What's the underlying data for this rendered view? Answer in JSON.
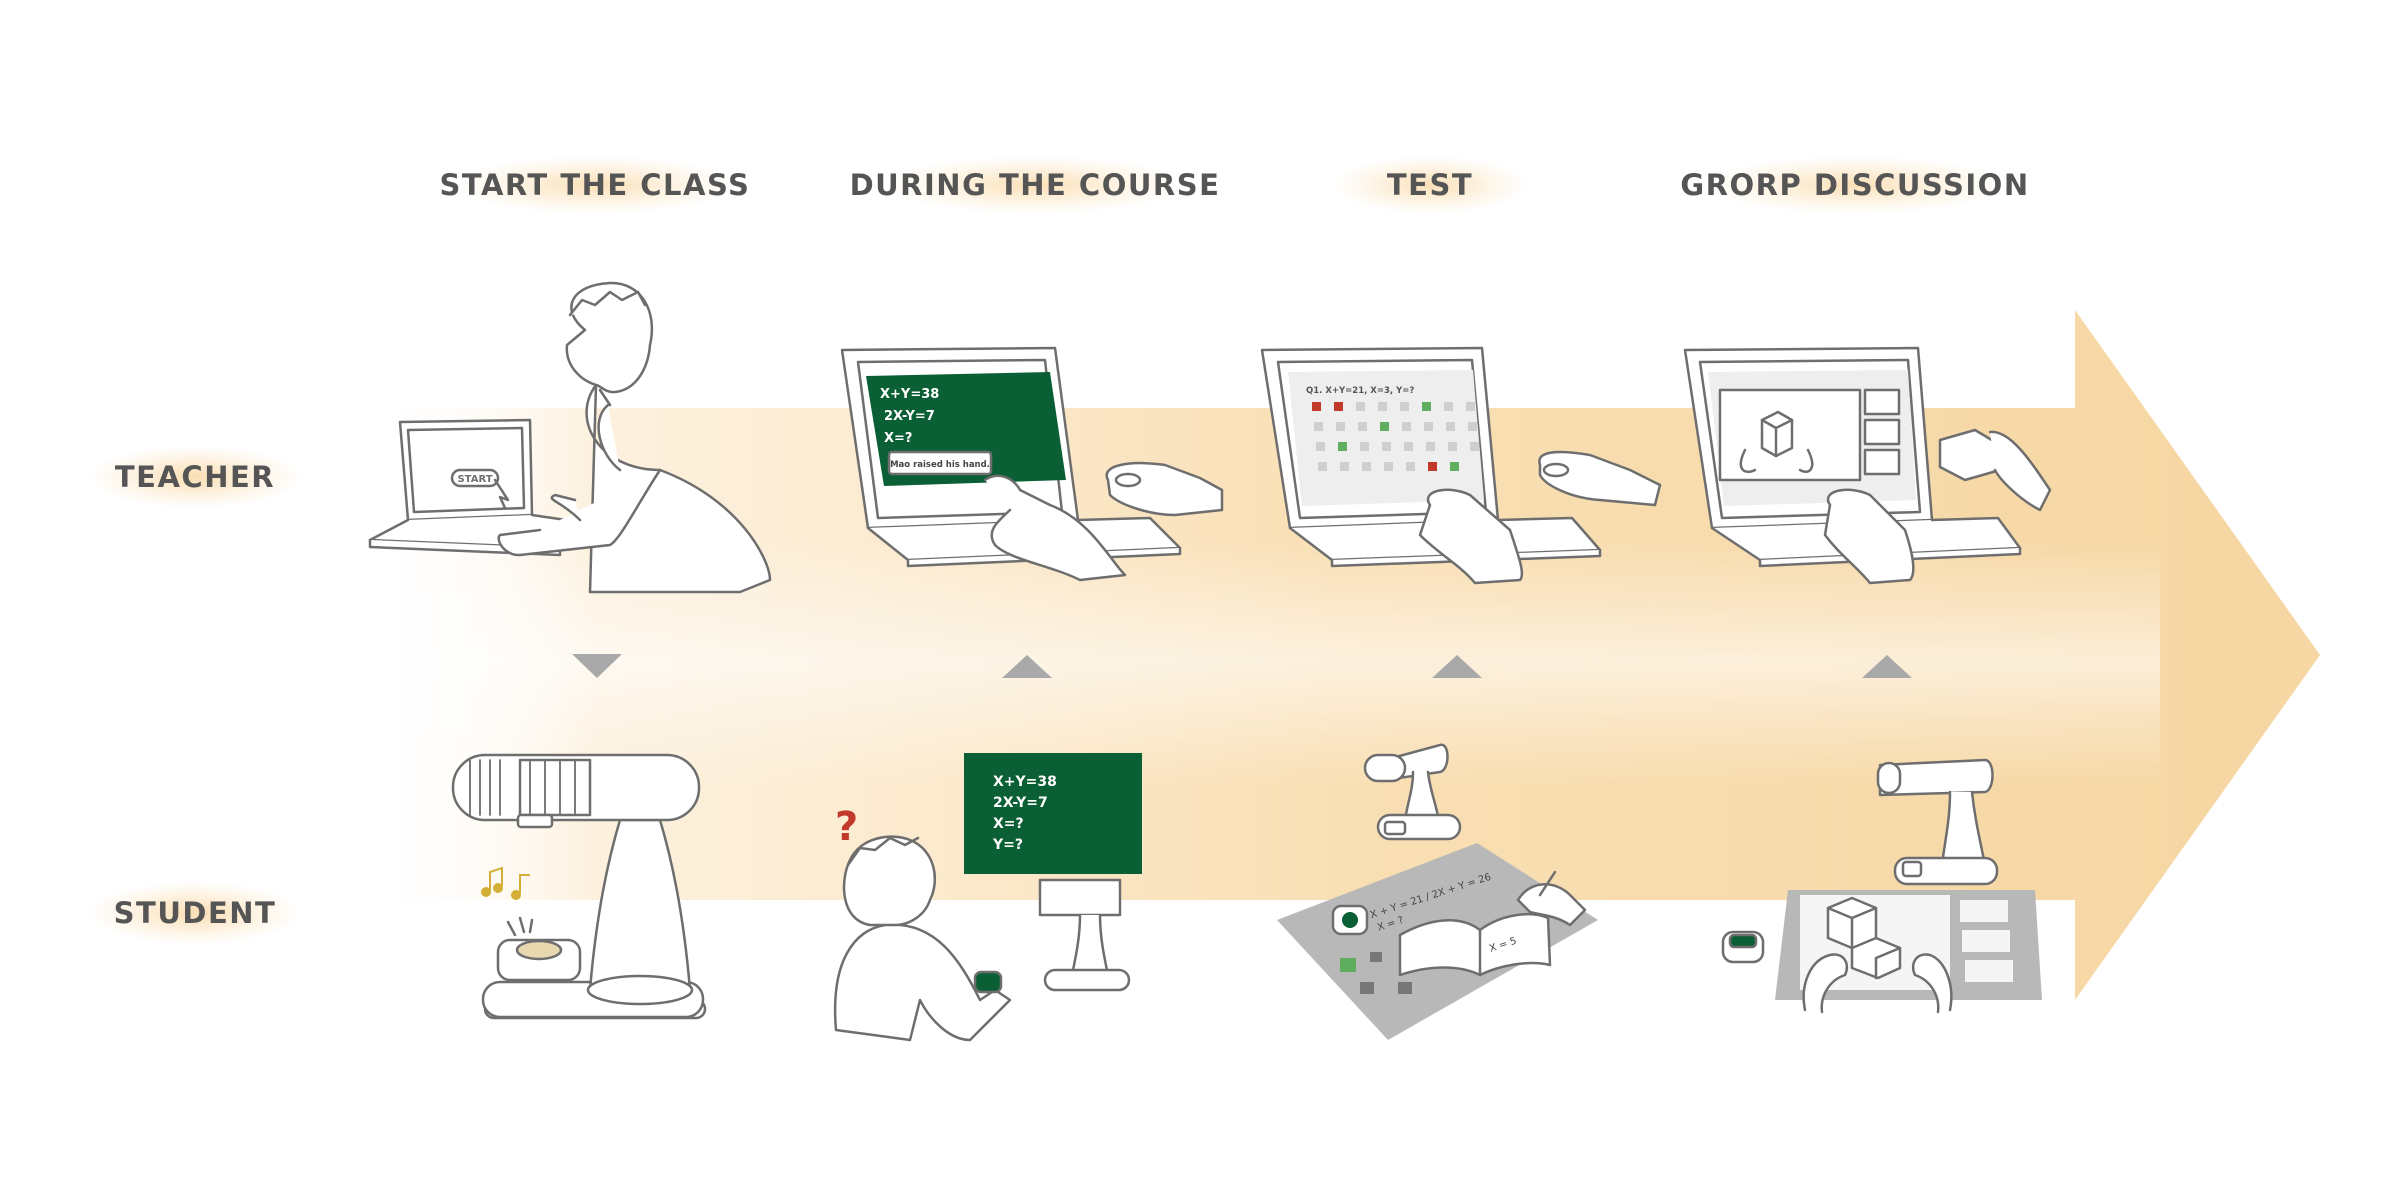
{
  "stages": [
    {
      "title": "START THE CLASS",
      "direction": "down"
    },
    {
      "title": "DURING THE COURSE",
      "direction": "up"
    },
    {
      "title": "TEST",
      "direction": "up"
    },
    {
      "title": "GRORP DISCUSSION",
      "direction": "up"
    }
  ],
  "roles": {
    "teacher": "TEACHER",
    "student": "STUDENT"
  },
  "screens": {
    "start_button": "START",
    "course_board_lines": [
      "X+Y=38",
      "2X-Y=7",
      "X=?"
    ],
    "course_notification": "Mao raised his hand.",
    "test_question": "Q1. X+Y=21, X=3, Y=?",
    "student_board_lines": [
      "X+Y=38",
      "2X-Y=7",
      "X=?",
      "Y=?"
    ],
    "question_mark": "?",
    "test_sheet_line1": "X + Y = 21 / 2X + Y = 26",
    "test_sheet_line2": "X = ?",
    "notebook_text": "X = 5"
  },
  "colors": {
    "arrow": "#F6D9A6",
    "board_green": "#0B5F34",
    "line": "#6E6E6E",
    "triangle": "#A9A9A9",
    "red_mark": "#C0392B",
    "label_text": "#555555"
  }
}
